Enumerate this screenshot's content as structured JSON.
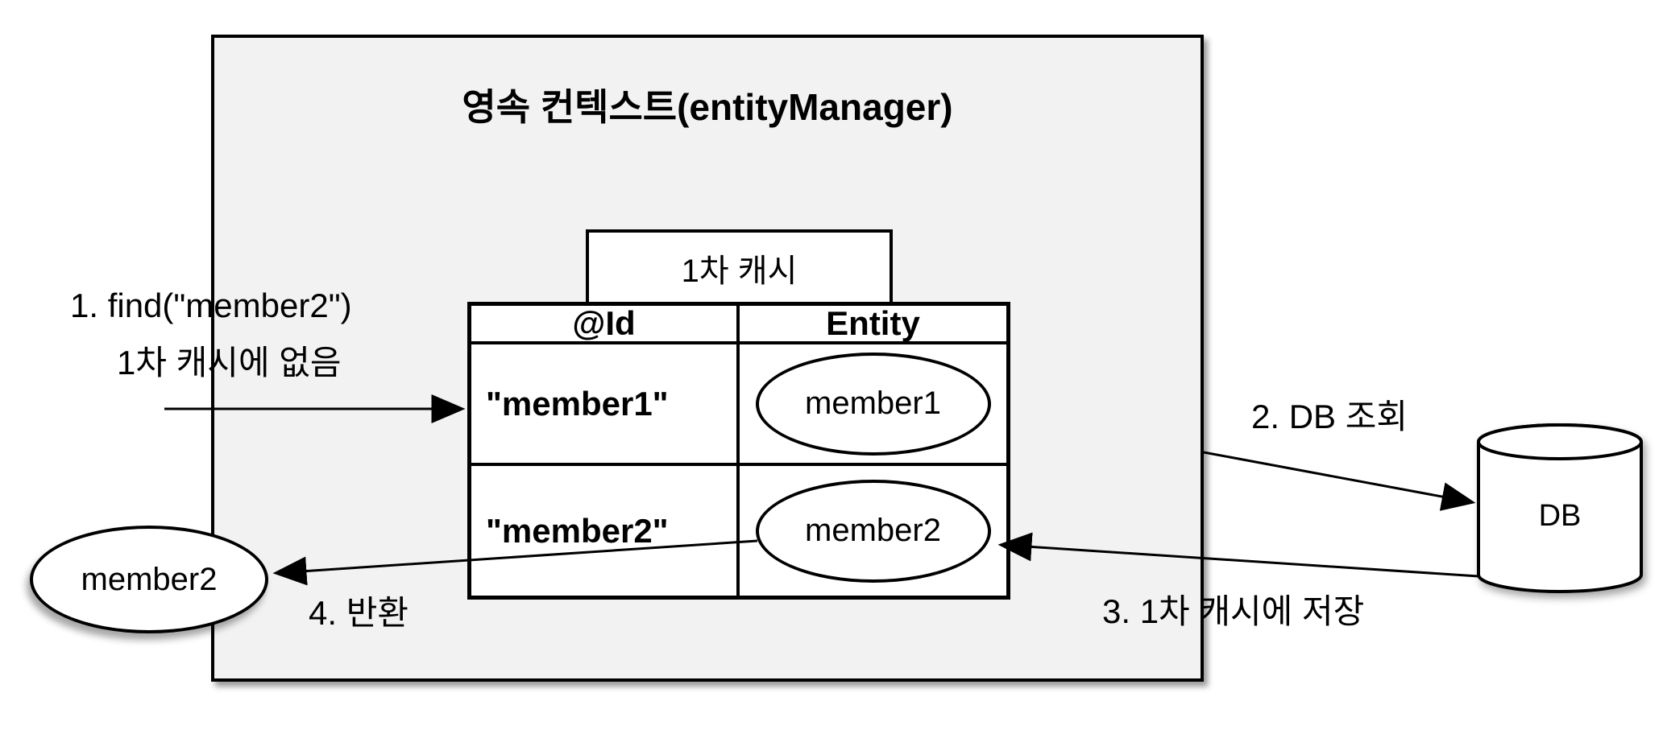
{
  "diagram": {
    "title": "영속 컨텍스트(entityManager)",
    "cache_label": "1차 캐시",
    "table": {
      "headers": [
        "@Id",
        "Entity"
      ],
      "rows": [
        {
          "id": "\"member1\"",
          "entity": "member1"
        },
        {
          "id": "\"member2\"",
          "entity": "member2"
        }
      ]
    },
    "annotations": {
      "step1_line1": "1. find(\"member2\")",
      "step1_line2": "1차 캐시에 없음",
      "step2": "2. DB 조회",
      "step3": "3. 1차 캐시에 저장",
      "step4": "4. 반환"
    },
    "result_entity": "member2",
    "db_label": "DB",
    "colors": {
      "box_fill": "#f2f2f2",
      "stroke": "#000000",
      "background": "#ffffff"
    }
  }
}
